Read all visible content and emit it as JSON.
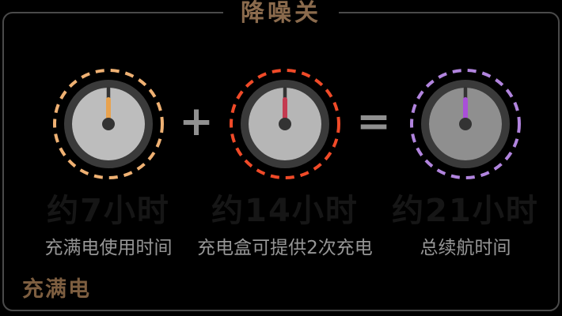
{
  "title": "降噪关",
  "footer_note": "充满电",
  "operators": {
    "plus": "+",
    "equals": "="
  },
  "colors": {
    "background": "#000000",
    "frame_border": "#4a4a4a",
    "title_text": "#8b6b4d",
    "footer_text": "#7d5e40",
    "label_text": "#969696",
    "operator": "#909090",
    "gauge_ring": "#3a3a3a",
    "gauge_stem": "#333333",
    "faint_value_text": "#161616"
  },
  "gauges": [
    {
      "name": "single-charge-time",
      "value": "约7小时",
      "label": "充满电使用时间",
      "colors": {
        "dashed": "#efb173",
        "hand": "#e8a24e",
        "face": "#bdbdbd"
      }
    },
    {
      "name": "charging-case-extra-time",
      "value": "约14小时",
      "label": "充电盒可提供2次充电",
      "colors": {
        "dashed": "#f04a28",
        "hand": "#c43a50",
        "face": "#b6b6b6"
      }
    },
    {
      "name": "total-battery-life",
      "value": "约21小时",
      "label": "总续航时间",
      "colors": {
        "dashed": "#b184de",
        "hand": "#a94fd8",
        "face": "#8f8f8f"
      }
    }
  ]
}
